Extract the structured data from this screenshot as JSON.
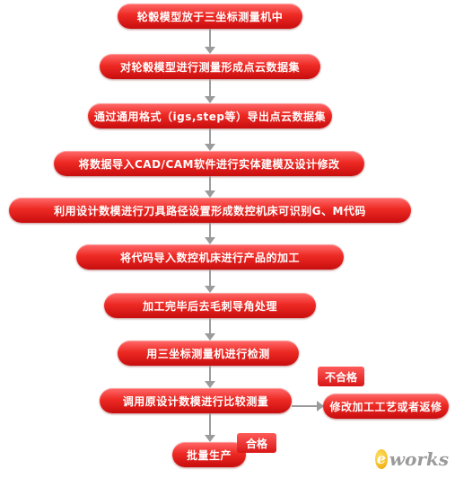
{
  "steps": [
    "轮毂模型放于三坐标测量机中",
    "对轮毂模型进行测量形成点云数据集",
    "通过通用格式（igs,step等）导出点云数据集",
    "将数据导入CAD/CAM软件进行实体建模及设计修改",
    "利用设计数模进行刀具路径设置形成数控机床可识别G、M代码",
    "将代码导入数控机床进行产品的加工",
    "加工完毕后去毛刺导角处理",
    "用三坐标测量机进行检测",
    "调用原设计数模进行比较测量",
    "批量生产"
  ],
  "branches": {
    "fail_label": "不合格",
    "fail_action": "修改加工工艺或者返修",
    "pass_label": "合格"
  },
  "logo": {
    "mark": "e",
    "text": "works"
  },
  "colors": {
    "box": "#e3231f",
    "arrow": "#9b9b9b"
  }
}
